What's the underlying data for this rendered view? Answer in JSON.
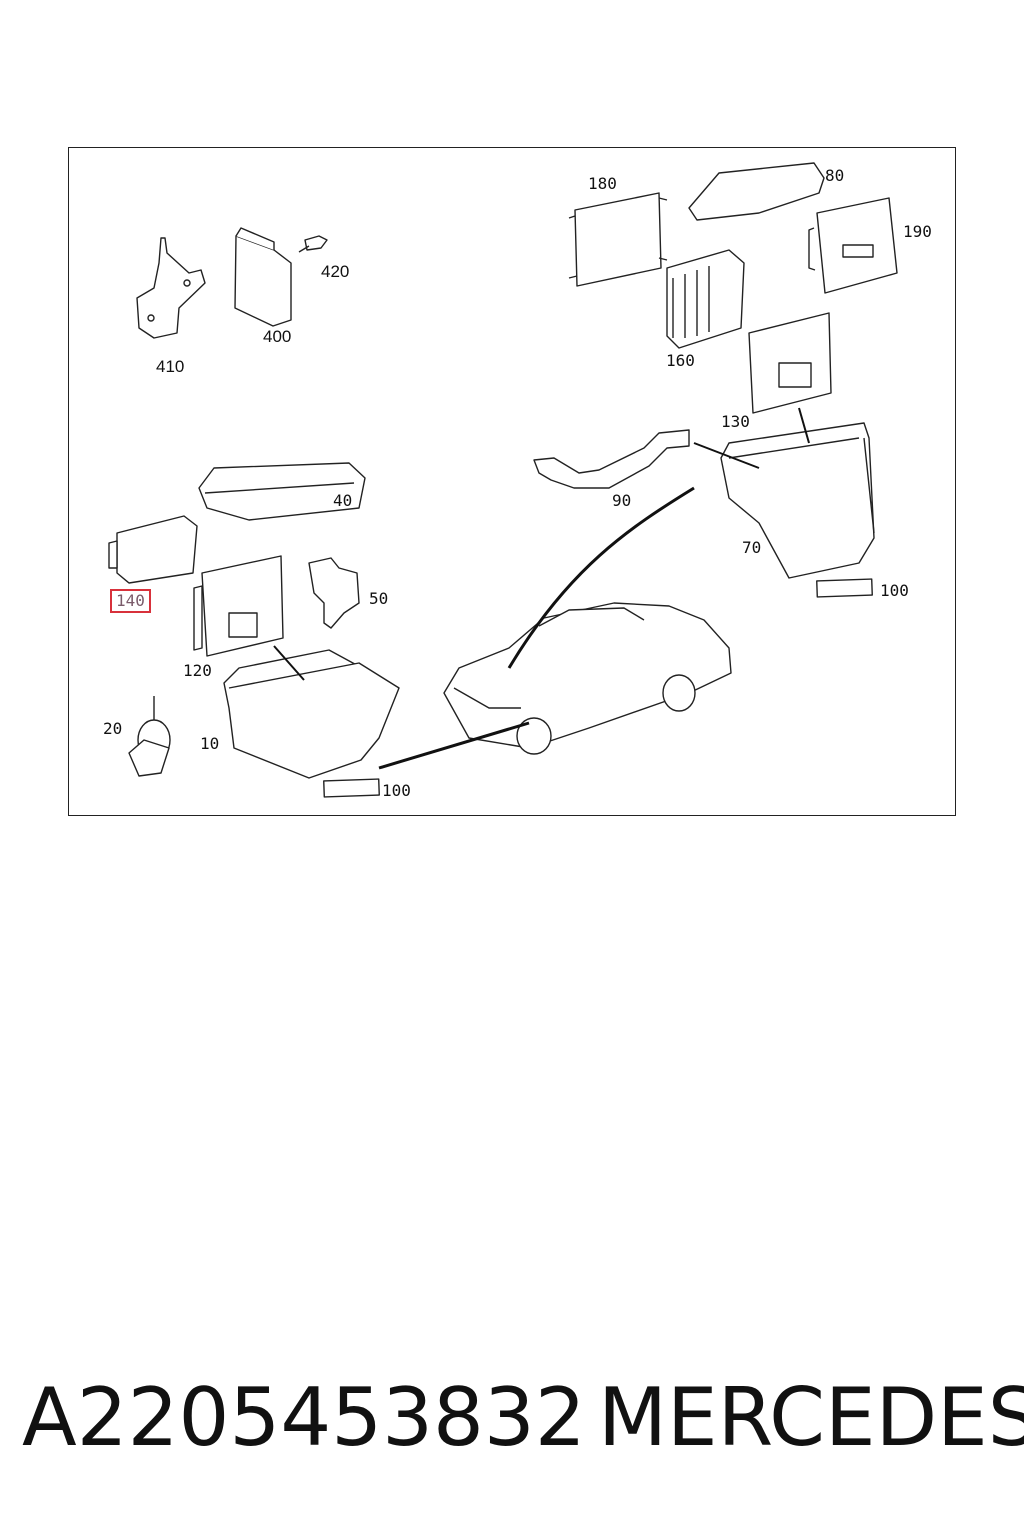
{
  "diagram": {
    "callouts": [
      {
        "id": "410",
        "text": "410"
      },
      {
        "id": "400",
        "text": "400"
      },
      {
        "id": "420",
        "text": "420"
      },
      {
        "id": "180",
        "text": "180"
      },
      {
        "id": "80",
        "text": "80"
      },
      {
        "id": "190",
        "text": "190"
      },
      {
        "id": "160",
        "text": "160"
      },
      {
        "id": "130",
        "text": "130"
      },
      {
        "id": "90",
        "text": "90"
      },
      {
        "id": "40",
        "text": "40"
      },
      {
        "id": "140",
        "text": "140",
        "highlighted": true
      },
      {
        "id": "50",
        "text": "50"
      },
      {
        "id": "120",
        "text": "120"
      },
      {
        "id": "70",
        "text": "70"
      },
      {
        "id": "100a",
        "text": "100"
      },
      {
        "id": "20",
        "text": "20"
      },
      {
        "id": "10",
        "text": "10"
      },
      {
        "id": "100b",
        "text": "100"
      }
    ],
    "highlight_color": "#d8313b"
  },
  "footer": {
    "part_number": "A2205453832",
    "brand": "MERCEDES"
  }
}
